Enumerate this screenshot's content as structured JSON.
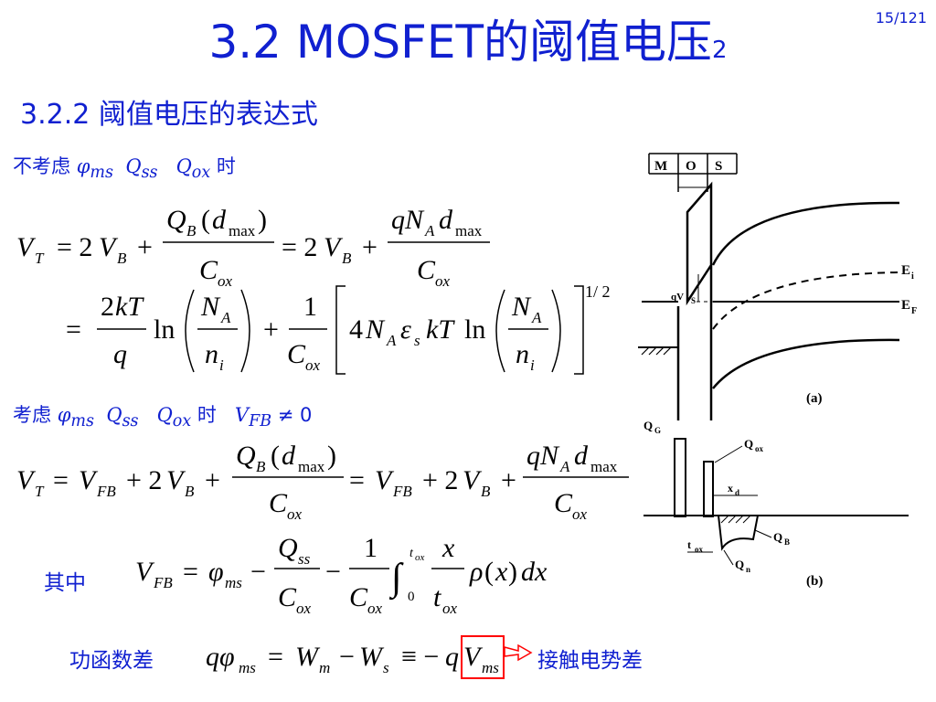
{
  "title": {
    "main": "3.2  MOSFET的阈值电压",
    "suffix": "2"
  },
  "page_number": "15/121",
  "subtitle": "3.2.2 阈值电压的表达式",
  "condition1": {
    "prefix": "不考虑",
    "phi": "φ",
    "phi_sub": "ms",
    "q1": "Q",
    "q1_sub": "ss",
    "q2": "Q",
    "q2_sub": "ox",
    "suffix": "时"
  },
  "condition2": {
    "prefix": "考虑",
    "phi": "φ",
    "phi_sub": "ms",
    "q1": "Q",
    "q1_sub": "ss",
    "q2": "Q",
    "q2_sub": "ox",
    "suffix": "时",
    "vfb": "V",
    "vfb_sub": "FB",
    "neq": "≠ 0"
  },
  "label_qizhong": "其中",
  "label_work_function": "功函数差",
  "label_contact": "接触电势差",
  "diagram": {
    "header_m": "M",
    "header_o": "O",
    "header_s": "S",
    "label_ei": "E",
    "label_ei_sub": "i",
    "label_ef": "E",
    "label_ef_sub": "F",
    "label_qvs": "qV",
    "label_qvs_sub": "S",
    "caption_a": "(a)",
    "caption_b": "(b)",
    "label_qg": "Q",
    "label_qg_sub": "G",
    "label_qox": "Q",
    "label_qox_sub": "ox",
    "label_xd": "x",
    "label_xd_sub": "d",
    "label_tox": "t",
    "label_tox_sub": "ox",
    "label_qb": "Q",
    "label_qb_sub": "B",
    "label_qn": "Q",
    "label_qn_sub": "n"
  },
  "colors": {
    "accent": "#1020d0",
    "highlight": "#ff0000",
    "text": "#000000"
  }
}
